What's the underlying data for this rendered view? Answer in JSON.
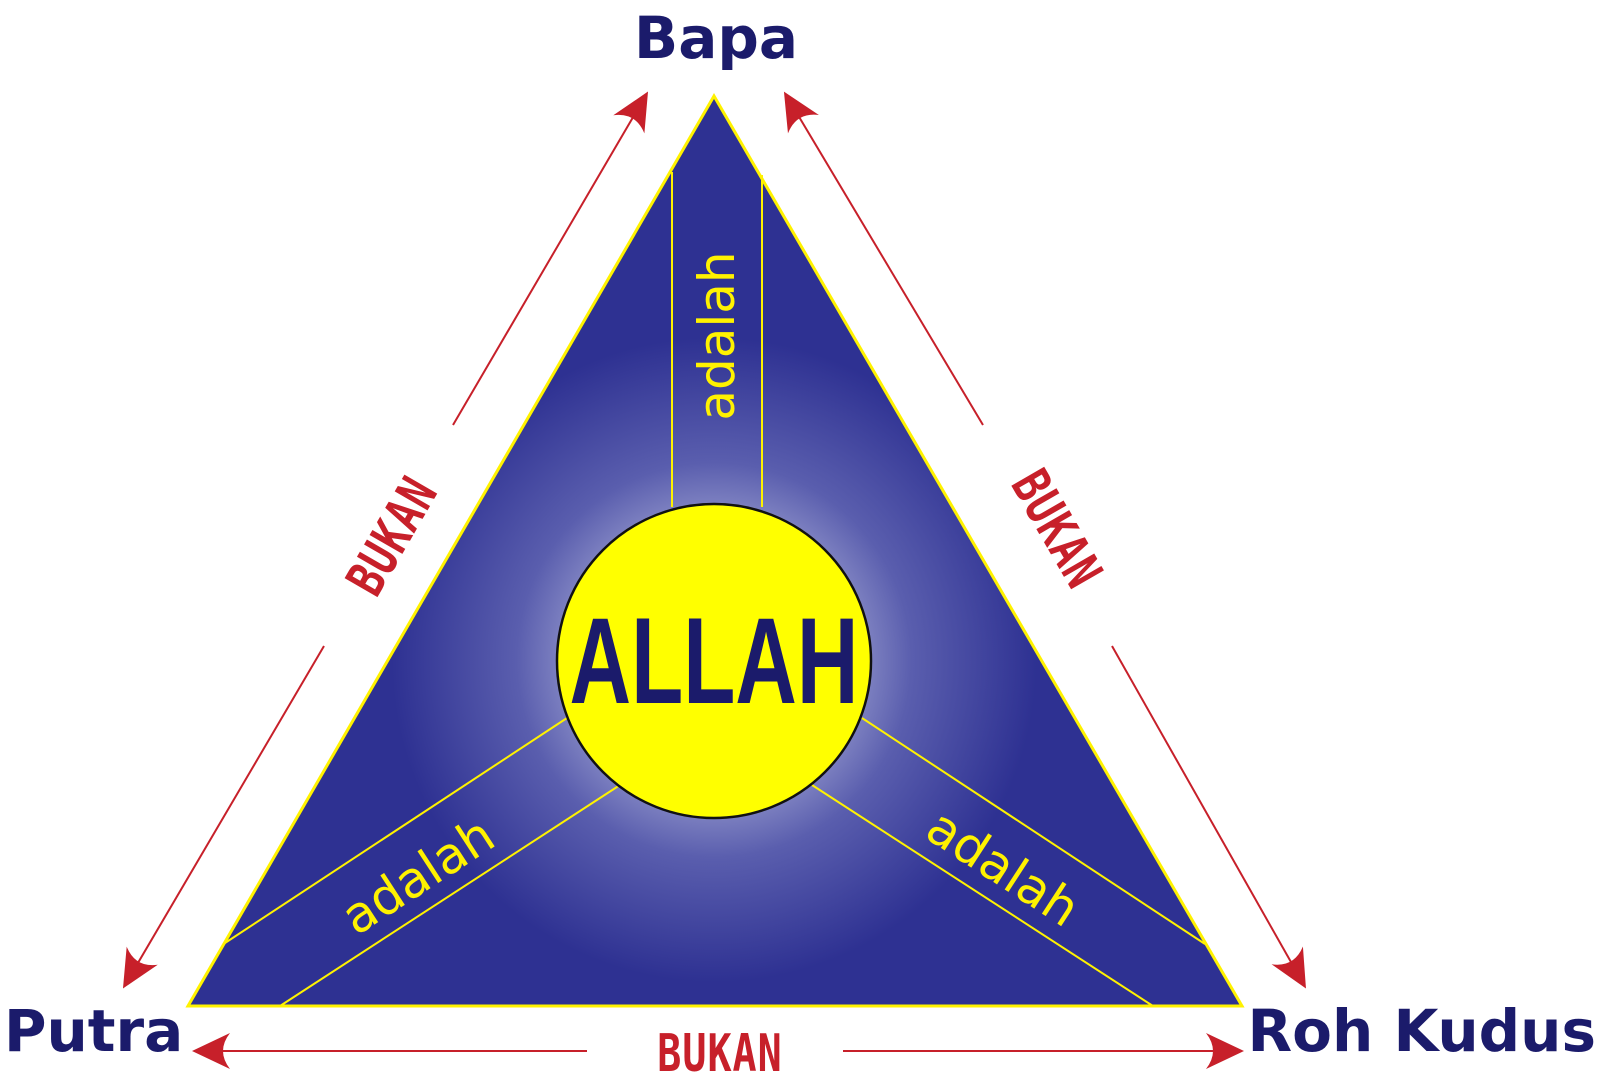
{
  "nodes": {
    "top": "Bapa",
    "left": "Putra",
    "right": "Roh Kudus"
  },
  "center": "ALLAH",
  "relations": {
    "bukan_left": "BUKAN",
    "bukan_right": "BUKAN",
    "bukan_bottom": "BUKAN",
    "adalah_top": "adalah",
    "adalah_left": "adalah",
    "adalah_right": "adalah"
  },
  "colors": {
    "triangle_fill": "#2e3192",
    "triangle_glow": "#ffffff",
    "circle_fill": "#ffff00",
    "accent_yellow": "#fff200",
    "arrow_red": "#c7202a",
    "label_navy": "#1b1b6b"
  }
}
